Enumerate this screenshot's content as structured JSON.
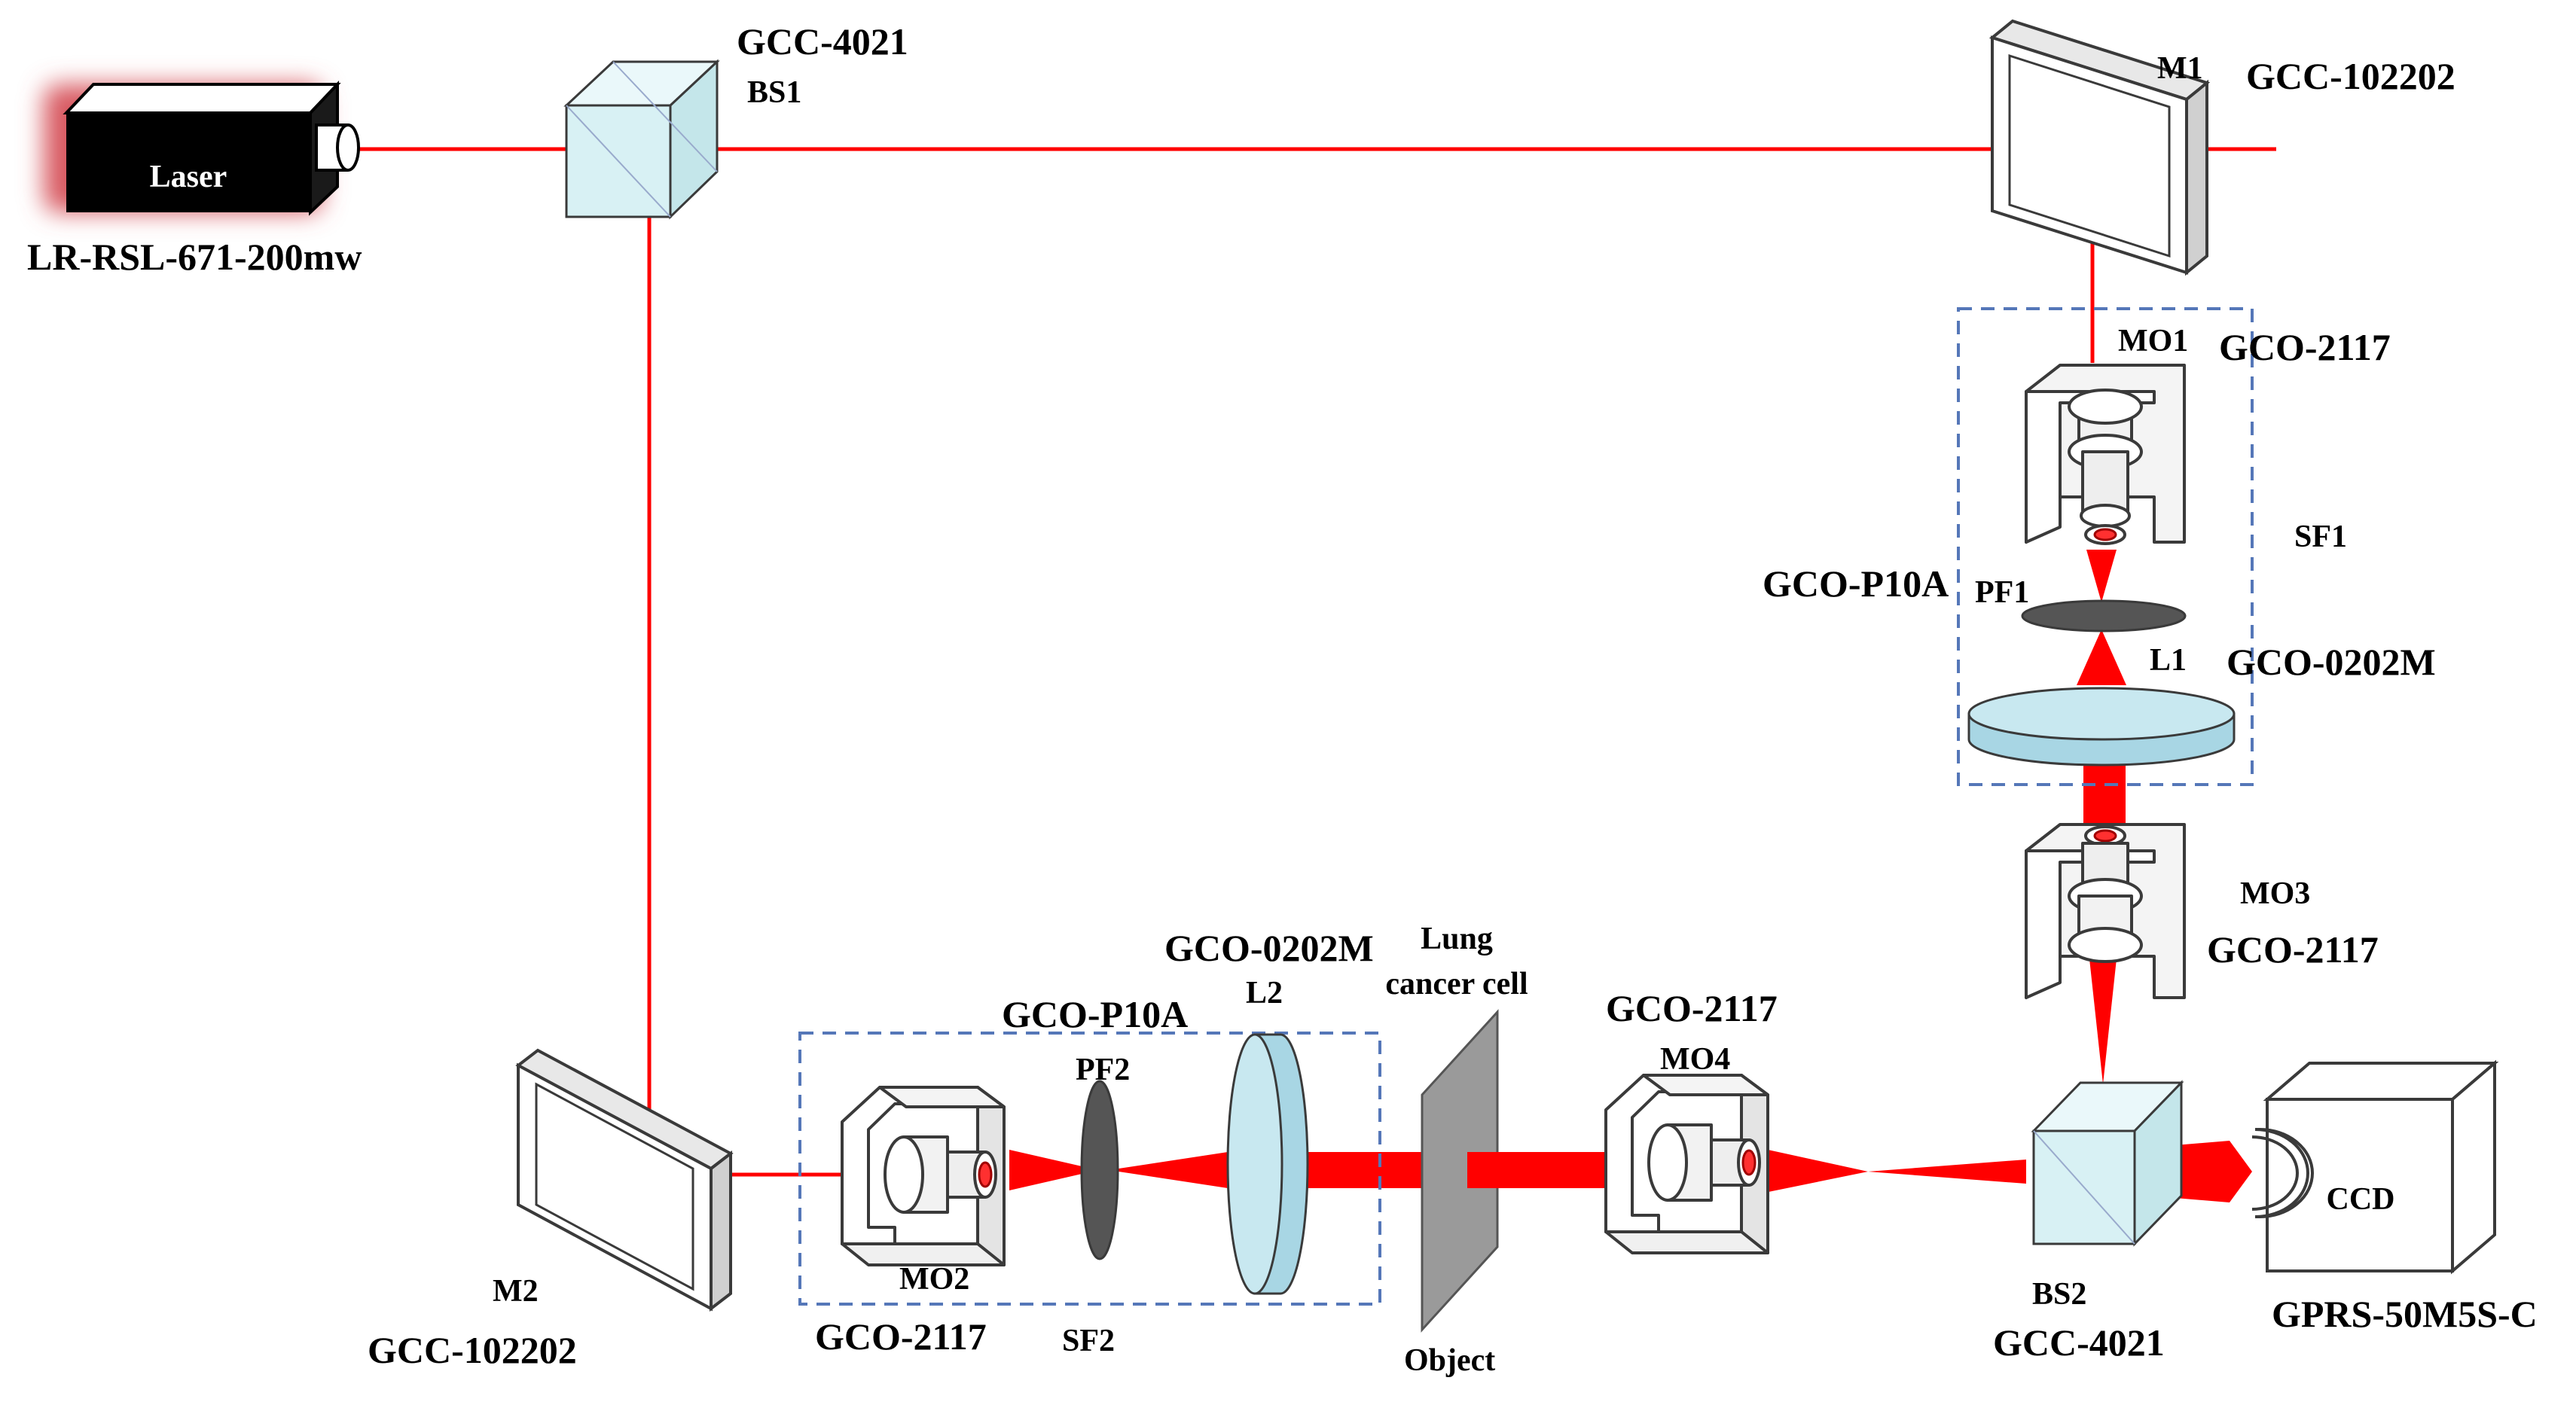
{
  "colors": {
    "beam": "#ff0000",
    "laser_glow": "#e0585e",
    "cube_fill": "#d8f1f4",
    "lens_fill": "#a8d6e4",
    "pinhole_fill": "#555555",
    "object_fill": "#9a9a9a",
    "dashed_box": "#5577b8",
    "line": "#3a3a3a"
  },
  "components": {
    "laser": {
      "name": "Laser",
      "model": "LR-RSL-671-200mw"
    },
    "bs1": {
      "name": "BS1",
      "model": "GCC-4021"
    },
    "m1": {
      "name": "M1",
      "model": "GCC-102202"
    },
    "m2": {
      "name": "M2",
      "model": "GCC-102202"
    },
    "mo1": {
      "name": "MO1",
      "model": "GCO-2117"
    },
    "sf1": {
      "name": "SF1"
    },
    "pf1": {
      "name": "PF1",
      "model": "GCO-P10A"
    },
    "l1": {
      "name": "L1",
      "model": "GCO-0202M"
    },
    "mo3": {
      "name": "MO3",
      "model": "GCO-2117"
    },
    "mo2": {
      "name": "MO2",
      "model": "GCO-2117"
    },
    "sf2": {
      "name": "SF2"
    },
    "pf2": {
      "name": "PF2",
      "model": "GCO-P10A"
    },
    "l2": {
      "name": "L2",
      "model": "GCO-0202M"
    },
    "object": {
      "name": "Object",
      "sample_line1": "Lung",
      "sample_line2": "cancer cell"
    },
    "mo4": {
      "name": "MO4",
      "model": "GCO-2117"
    },
    "bs2": {
      "name": "BS2",
      "model": "GCC-4021"
    },
    "ccd": {
      "name": "CCD",
      "model": "GPRS-50M5S-C"
    }
  }
}
